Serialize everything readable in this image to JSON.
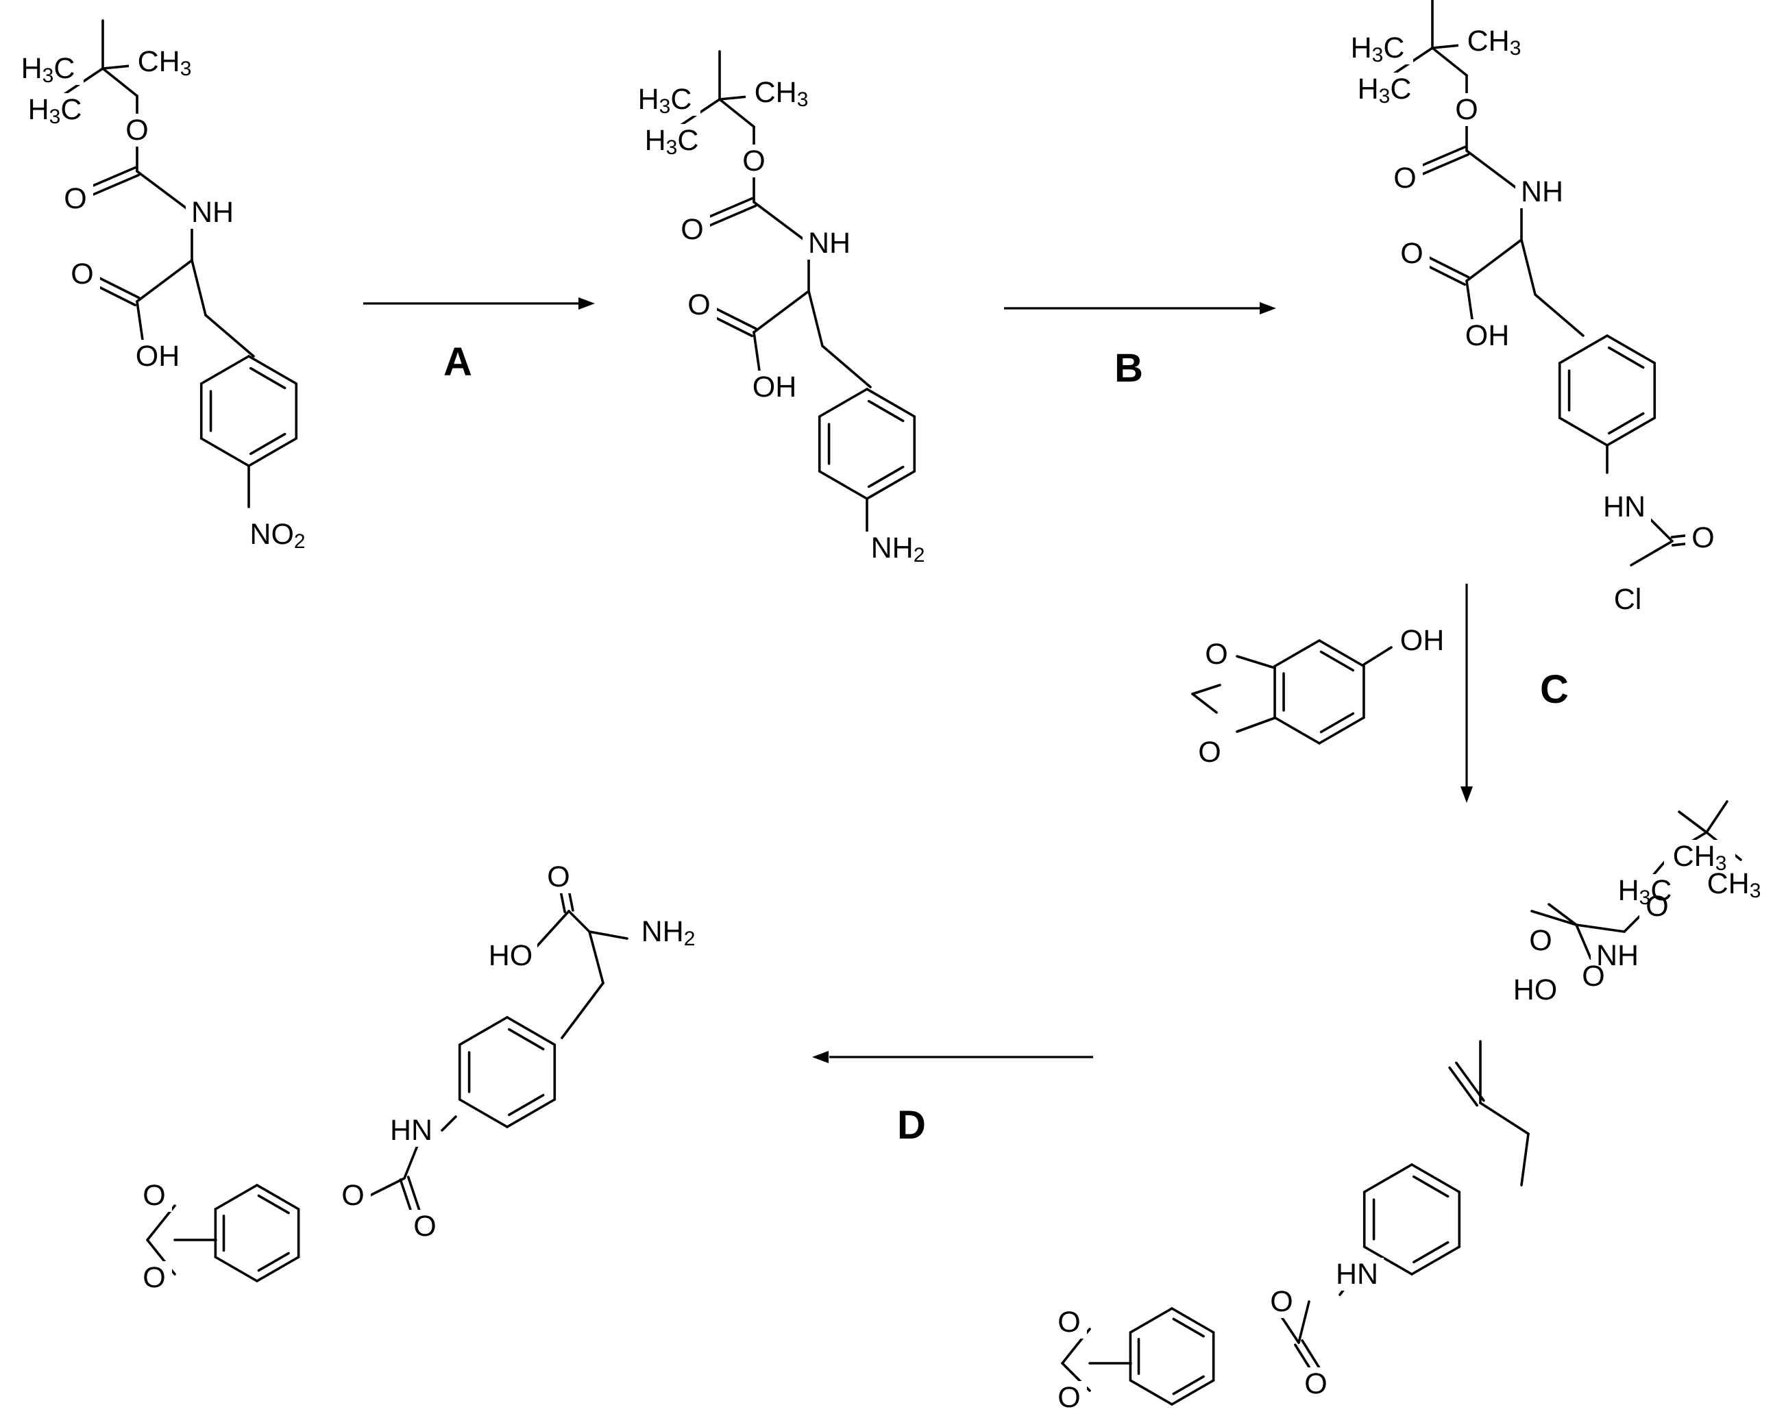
{
  "scheme": {
    "steps": [
      "A",
      "B",
      "C",
      "D"
    ]
  },
  "atoms": {
    "H3C": "H3C",
    "CH3": "CH3",
    "O": "O",
    "NH": "NH",
    "HN": "HN",
    "OH": "OH",
    "HO": "HO",
    "NO2": "NO2",
    "NH2": "NH2",
    "Cl": "Cl"
  }
}
